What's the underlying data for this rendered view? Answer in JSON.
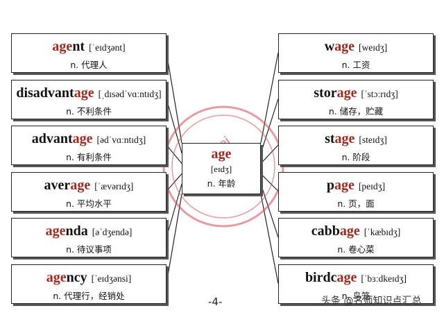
{
  "center": {
    "word": "age",
    "ipa": "[eɪdʒ]",
    "meaning": "n. 年龄"
  },
  "left_words": [
    {
      "prefix": "",
      "root": "age",
      "suffix": "nt",
      "ipa": "[ˈeɪdʒənt]",
      "meaning": "n. 代理人"
    },
    {
      "prefix": "disadvant",
      "root": "age",
      "suffix": "",
      "ipa": "[ˌdɪsədˈvɑːntɪdʒ]",
      "meaning": "n. 不利条件"
    },
    {
      "prefix": "advant",
      "root": "age",
      "suffix": "",
      "ipa": "[ədˈvɑːntɪdʒ]",
      "meaning": "n. 有利条件"
    },
    {
      "prefix": "aver",
      "root": "age",
      "suffix": "",
      "ipa": "[ˈævərɪdʒ]",
      "meaning": "n. 平均水平"
    },
    {
      "prefix": "",
      "root": "age",
      "suffix": "nda",
      "ipa": "[əˈdʒendə]",
      "meaning": "n. 待议事项"
    },
    {
      "prefix": "",
      "root": "age",
      "suffix": "ncy",
      "ipa": "[ˈeɪdʒənsi]",
      "meaning": "n. 代理行，经销处"
    }
  ],
  "right_words": [
    {
      "prefix": "w",
      "root": "age",
      "suffix": "",
      "ipa": "[weɪdʒ]",
      "meaning": "n. 工资"
    },
    {
      "prefix": "stor",
      "root": "age",
      "suffix": "",
      "ipa": "[ˈstɔːrɪdʒ]",
      "meaning": "n. 储存，贮藏"
    },
    {
      "prefix": "st",
      "root": "age",
      "suffix": "",
      "ipa": "[steɪdʒ]",
      "meaning": "n. 阶段"
    },
    {
      "prefix": "p",
      "root": "age",
      "suffix": "",
      "ipa": "[peɪdʒ]",
      "meaning": "n. 页，面"
    },
    {
      "prefix": "cabb",
      "root": "age",
      "suffix": "",
      "ipa": "[ˈkæbɪdʒ]",
      "meaning": "n. 卷心菜"
    },
    {
      "prefix": "birdc",
      "root": "age",
      "suffix": "",
      "ipa": "[ˈbɜːdkeɪdʒ]",
      "meaning": "n. 鸟笼"
    }
  ],
  "page_number": "-4-",
  "footer_credit": "头条 @名师知识点汇总",
  "watermark": {
    "text": "weiwei",
    "color": "#d8484f"
  },
  "colors": {
    "root": "#a0281c",
    "border": "#222222"
  }
}
